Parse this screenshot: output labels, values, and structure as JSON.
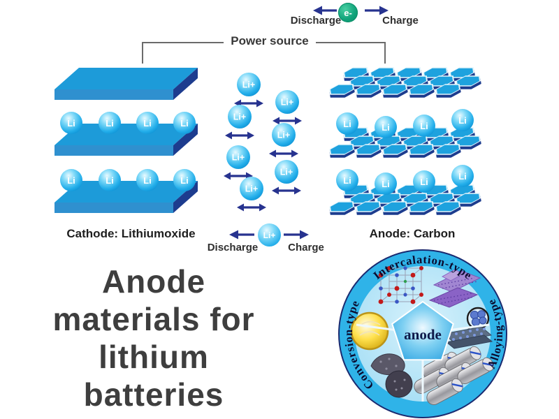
{
  "schematic": {
    "electron_symbol": "e-",
    "top_discharge_label": "Discharge",
    "top_charge_label": "Charge",
    "power_source_label": "Power source",
    "li_ion_symbol": "Li+",
    "li_atom_symbol": "Li",
    "cathode_label": "Cathode: Lithiumoxide",
    "anode_label": "Anode: Carbon",
    "bottom_discharge_label": "Discharge",
    "bottom_charge_label": "Charge"
  },
  "title": {
    "lines": [
      "Anode",
      "materials for",
      "lithium",
      "batteries"
    ]
  },
  "wheel": {
    "center_label": "anode",
    "sector_top_label": "Intercalation-type",
    "sector_left_label": "Conversion-type",
    "sector_right_label": "Alloying-type"
  },
  "colors": {
    "electrode_blue": "#1d9bd9",
    "electrode_side_navy": "#1d3c8e",
    "arrow_navy": "#27338f",
    "li_sphere_blue": "#23aeea",
    "electron_green": "#12a47b",
    "ring_blue": "#2fb3e8",
    "inner_circle_blue": "#aadef4",
    "title_text_gray": "#3e3e3e"
  }
}
